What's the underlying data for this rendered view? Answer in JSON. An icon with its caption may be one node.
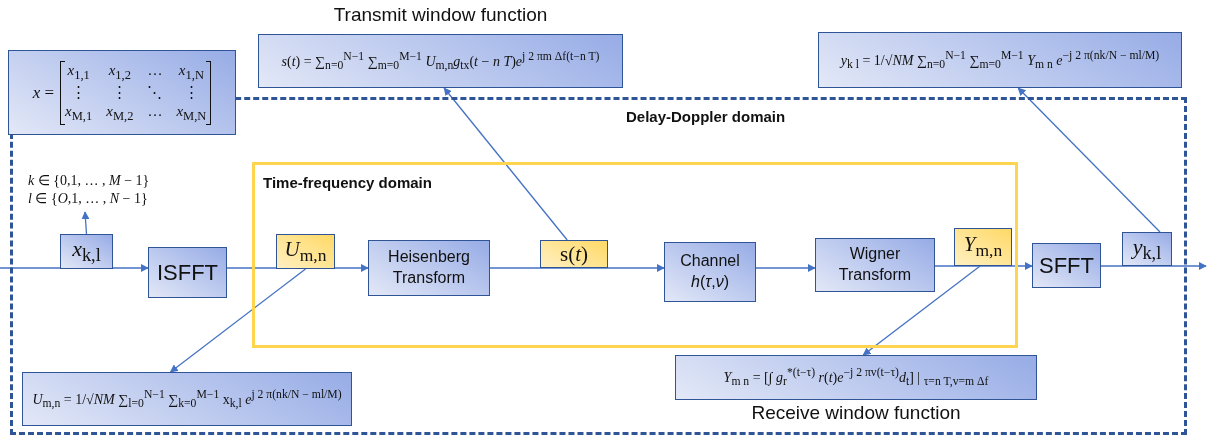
{
  "diagram": {
    "nodes": [
      {
        "text": [
          "Delay-Doppler domain"
        ]
      },
      {
        "text": [
          "Time-frequency domain"
        ],
        "in": 0
      },
      {
        "text": [
          "*x* =",
          "*x*$_{1,1}$",
          "*x*$_{1,2}$",
          "…",
          "*x*$_{1,N}$",
          "⋮",
          "⋮",
          "⋱",
          "⋮",
          "*x*$_{M,1}$",
          "*x*$_{M,2}$",
          "…",
          "*x*$_{M,N}$"
        ]
      },
      {
        "text": [
          "*s*(*t*) = ∑$_{n=0}$$^{N−1}$ ∑$_{m=0}$$^{M−1}$ *U*$_{m,n}$*g*$_{tx}$(*t* − *n T*)*e*$^{j 2 πm Δf(t−n T)}$"
        ],
        "beside": [
          "Transmit window function"
        ]
      },
      {
        "text": [
          "*y*$_{k l}$ = 1/√*NM* ∑$_{n=0}$$^{N−1}$ ∑$_{m=0}$$^{M−1}$ *Y*$_{m n}$ *e*$^{−j 2 π(nk/N − ml/M)}$"
        ]
      },
      {
        "text": [
          "*x*$_{k,l}$"
        ],
        "in": 0
      },
      {
        "text": [
          "ISFFT"
        ],
        "in": 0
      },
      {
        "text": [
          "*U*$_{m,n}$"
        ],
        "in": 1
      },
      {
        "text": [
          "Heisenberg Transform"
        ],
        "in": 1
      },
      {
        "text": [
          "s(*t*)"
        ],
        "in": 1
      },
      {
        "text": [
          "Channel *h*(*τ*,*ν*)"
        ],
        "in": 1
      },
      {
        "text": [
          "Wigner Transform"
        ],
        "in": 1
      },
      {
        "text": [
          "*Y*$_{m,n}$"
        ],
        "in": 1
      },
      {
        "text": [
          "SFFT"
        ],
        "in": 0
      },
      {
        "text": [
          "*y*$_{k,l}$"
        ],
        "in": 0
      },
      {
        "text": [
          "*U*$_{m,n}$ = 1/√*NM* ∑$_{l=0}$$^{N−1}$ ∑$_{k=0}$$^{M−1}$ x$_{k,l}$ *e*$^{j 2 π(nk/N − ml/M)}$"
        ],
        "in": 0
      },
      {
        "text": [
          "*Y*$_{m n}$ = [∫ *g*$_{r}$$^{*(t−τ)}$ *r*(*t*)*e*$^{−j 2 πv(t−τ)}$*d*$_{t}$] | $_{τ=n T,v=m Δf}$"
        ],
        "in": 0,
        "beside": [
          "Receive window function"
        ]
      },
      {
        "text": [
          "*k* ∈ {0,1, … , *M* − 1}",
          "*l* ∈ {*O*,1, … , *N* − 1}"
        ],
        "in": 0
      }
    ],
    "edges": [
      {
        "from": null,
        "to": 6,
        "arrow": "to"
      },
      {
        "from": 5,
        "to": 17,
        "arrow": "to"
      },
      {
        "from": 6,
        "to": 8,
        "arrow": "to"
      },
      {
        "from": 8,
        "to": 10,
        "arrow": "to"
      },
      {
        "from": 10,
        "to": 11,
        "arrow": "to"
      },
      {
        "from": 11,
        "to": 13,
        "arrow": "to"
      },
      {
        "from": 13,
        "to": null,
        "arrow": "to"
      },
      {
        "from": 7,
        "to": 15,
        "arrow": "to"
      },
      {
        "from": 9,
        "to": 3,
        "arrow": "to"
      },
      {
        "from": 12,
        "to": 16,
        "arrow": "to"
      },
      {
        "from": 14,
        "to": 4,
        "arrow": "to"
      }
    ]
  }
}
